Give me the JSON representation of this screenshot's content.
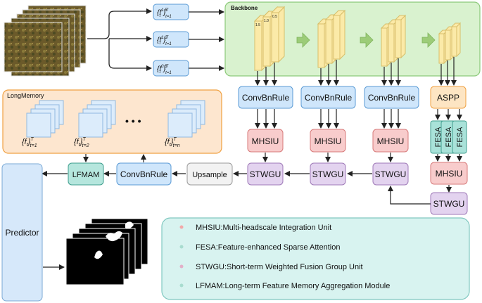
{
  "backbone": {
    "title": "Backbone",
    "scale_labels": [
      "1.5",
      "1.0",
      "0.5"
    ]
  },
  "frames": {
    "scale_1_5": {
      "base": "{f",
      "sup": "1.5",
      "close": "}",
      "T": "T",
      "sub": "t=1",
      "t": "t"
    },
    "scale_1_0": {
      "base": "{f",
      "sup": "1.0",
      "close": "}",
      "T": "T",
      "sub": "t=1",
      "t": "t"
    },
    "scale_0_5": {
      "base": "{f",
      "sup": "0.5",
      "close": "}",
      "T": "T",
      "sub": "t=1",
      "t": "t"
    }
  },
  "blocks": {
    "convbnrule": "ConvBnRule",
    "aspp": "ASPP",
    "mhsiu": "MHSIU",
    "fesa": "FESA",
    "stwgu": "STWGU",
    "upsample": "Upsample",
    "lfmam": "LFMAM",
    "predictor": "Predictor"
  },
  "long_memory": {
    "title": "LongMemory",
    "ellipsis": "•   •   •",
    "items": [
      {
        "base": "{f",
        "t": "t",
        "close": "}",
        "T": "T",
        "sub": "t=1"
      },
      {
        "base": "{f",
        "t": "t",
        "close": "}",
        "T": "T",
        "sub": "t=2"
      },
      {
        "base": "{f",
        "t": "t",
        "close": "}",
        "T": "T",
        "sub": "t=n"
      }
    ]
  },
  "legend": {
    "items": [
      {
        "text": "MHSIU:Multi-headscale Integration Unit",
        "dot_color": "#f2a8a8"
      },
      {
        "text": "FESA:Feature-enhanced Sparse Attention",
        "dot_color": "#a8dccf"
      },
      {
        "text": "STWGU:Short-term Weighted Fusion Group Unit",
        "dot_color": "#e2b0c8"
      },
      {
        "text": "LFMAM:Long-term Feature Memory Aggregation Module",
        "dot_color": "#a8dccf"
      }
    ]
  },
  "colors": {
    "backbone_fill": "#d9f2cf",
    "backbone_stroke": "#8cc97a",
    "feature_fill": "#fbeaa8",
    "feature_stroke": "#d8bf6a",
    "conv_fill": "#cfe6fb",
    "conv_stroke": "#5b9bd5",
    "mhsiu_fill": "#f8cccc",
    "mhsiu_stroke": "#d77a7a",
    "stwgu_fill": "#e3d3ef",
    "stwgu_stroke": "#9f7ab8",
    "aspp_fill": "#fde5c3",
    "aspp_stroke": "#f0a040",
    "fesa_fill": "#a9e2d9",
    "fesa_stroke": "#3f9e8e",
    "lfmam_fill": "#b5e6dd",
    "lfmam_stroke": "#3f9e8e",
    "memory_fill": "#fde6cf",
    "memory_stroke": "#f0a040",
    "legend_fill": "#d8f3f0",
    "legend_stroke": "#80c8c0",
    "predictor_fill": "#d6e8fa",
    "predictor_stroke": "#7aa9d6",
    "upsample_fill": "#f2f2f2",
    "upsample_stroke": "#9a9a9a",
    "arrow_green": "#9ccc78",
    "line": "#222222"
  }
}
